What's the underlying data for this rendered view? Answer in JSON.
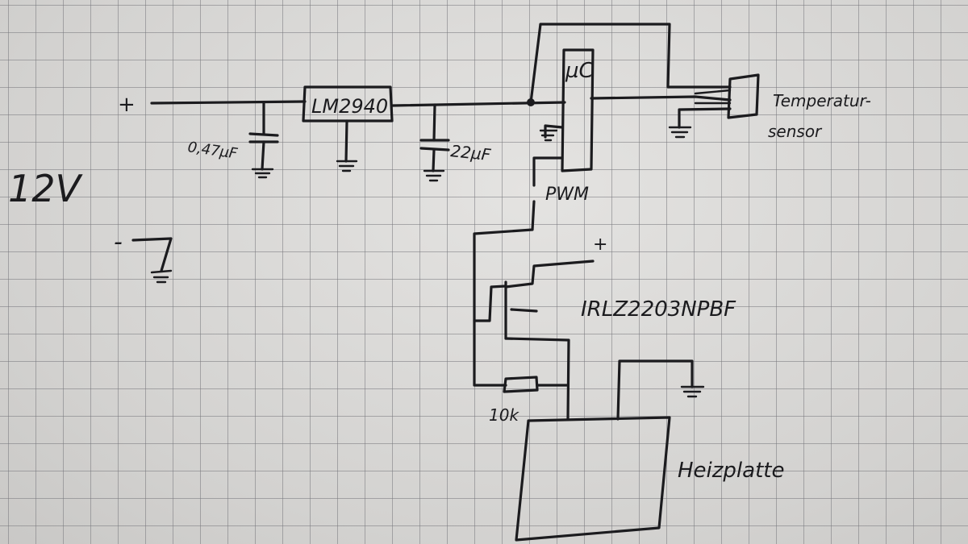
{
  "labels": {
    "plus_input": "+",
    "voltage": "12V",
    "minus_input": "-",
    "cap1": "0,47µF",
    "regulator": "LM2940",
    "cap2": "22µF",
    "mcu": "µC",
    "pwm": "PWM",
    "sensor_line1": "Temperatur-",
    "sensor_line2": "sensor",
    "plus_drain": "+",
    "mosfet": "IRLZ2203NPBF",
    "resistor": "10k",
    "heater": "Heizplatte"
  }
}
